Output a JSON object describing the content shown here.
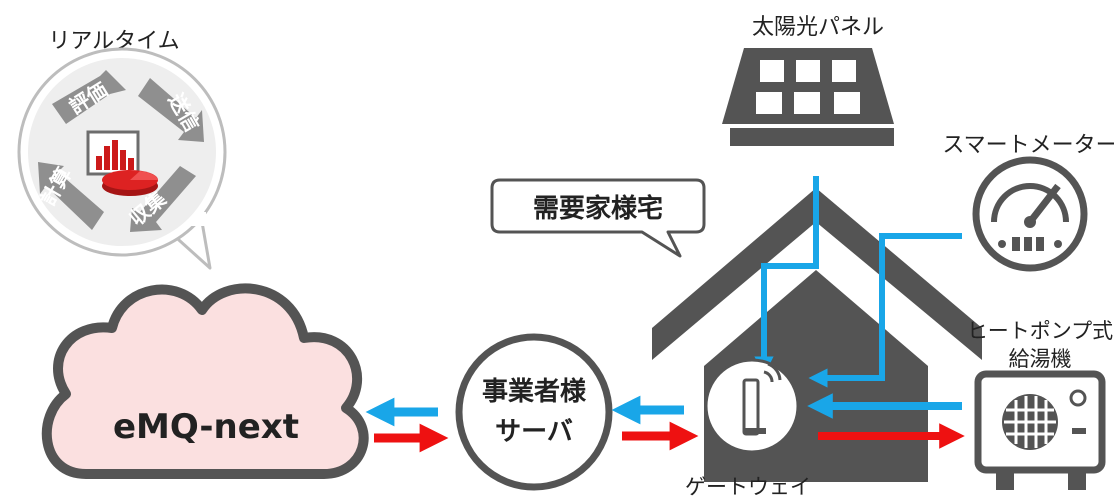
{
  "colors": {
    "dark": "#545454",
    "outline": "#5a5a5a",
    "blue": "#19a6e8",
    "red": "#ee1111",
    "cloud_fill": "#fbe0e0",
    "brand_text": "#c81e1e",
    "cycle_bg": "#eeeeee",
    "cycle_arrow": "#8f8f8f"
  },
  "realtime": {
    "title": "リアルタイム",
    "steps": [
      "評価",
      "送信",
      "収集",
      "計算"
    ]
  },
  "cloud": {
    "label": "eMQ-next"
  },
  "server": {
    "line1": "事業者様",
    "line2": "サーバ"
  },
  "house": {
    "bubble": "需要家様宅"
  },
  "gateway": {
    "label": "ゲートウェイ"
  },
  "solar": {
    "label": "太陽光パネル"
  },
  "meter": {
    "label": "スマートメーター"
  },
  "heatpump": {
    "line1": "ヒートポンプ式",
    "line2": "給湯機"
  }
}
